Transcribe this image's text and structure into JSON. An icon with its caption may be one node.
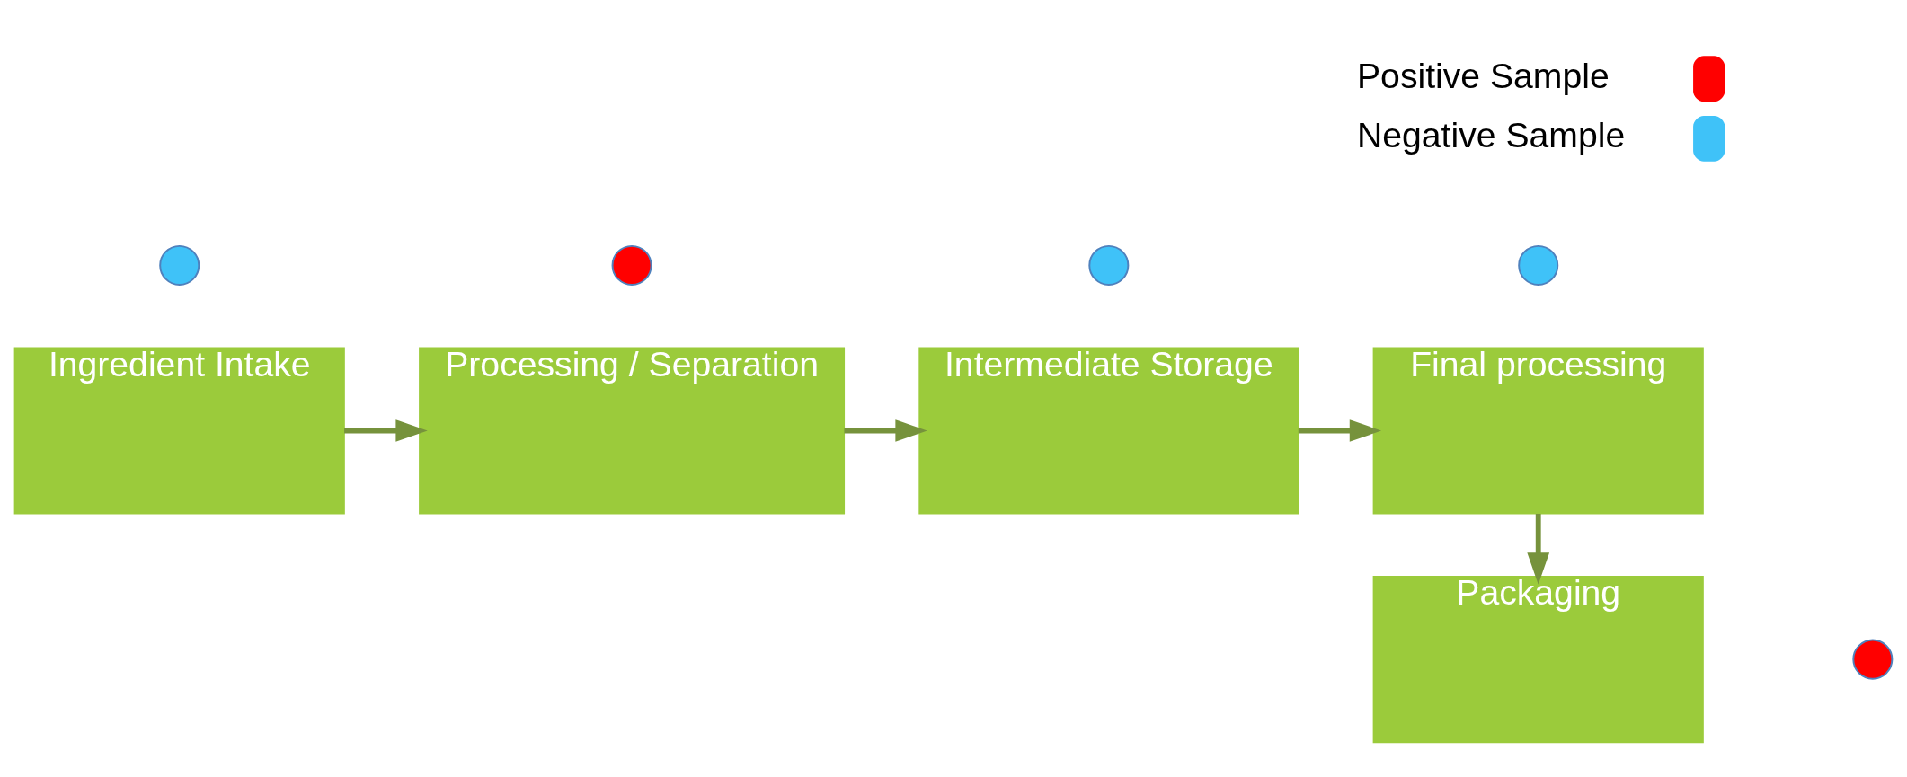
{
  "diagram": {
    "nodes": [
      {
        "text": [
          "Ingredient Intake"
        ]
      },
      {
        "text": [
          "Processing / Separation"
        ]
      },
      {
        "text": [
          "Intermediate Storage"
        ]
      },
      {
        "text": [
          "Final processing"
        ]
      },
      {
        "text": [
          "Packaging"
        ]
      },
      {
        "text": [],
        "shape": "circle"
      },
      {
        "text": [],
        "shape": "circle"
      },
      {
        "text": [],
        "shape": "circle"
      },
      {
        "text": [],
        "shape": "circle"
      },
      {
        "text": [],
        "shape": "circle"
      }
    ],
    "edges": [
      {
        "from": 0,
        "to": 1,
        "arrow": "to"
      },
      {
        "from": 1,
        "to": 2,
        "arrow": "to"
      },
      {
        "from": 2,
        "to": 3,
        "arrow": "to"
      },
      {
        "from": 3,
        "to": 4,
        "arrow": "to"
      }
    ],
    "legend": [
      {
        "text": "Positive Sample",
        "color": "#ff0000"
      },
      {
        "text": "Negative Sample",
        "color": "#3fc2f8"
      }
    ]
  }
}
